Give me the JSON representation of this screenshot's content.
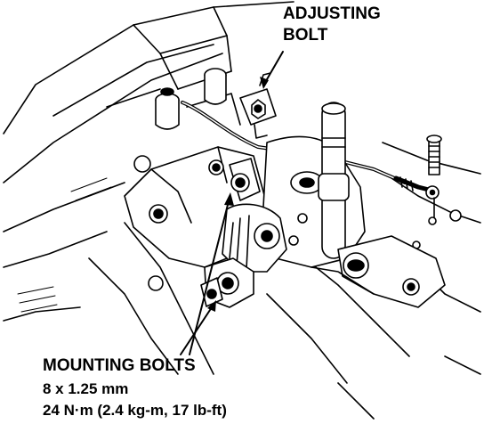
{
  "callouts": {
    "adjusting_bolt": {
      "line1": "ADJUSTING",
      "line2": "BOLT"
    },
    "mounting_bolts": {
      "title": "MOUNTING BOLTS",
      "size": "8 x 1.25 mm",
      "torque": "24 N·m (2.4 kg-m, 17 lb-ft)"
    }
  },
  "colors": {
    "ink": "#000000",
    "paper": "#ffffff"
  }
}
